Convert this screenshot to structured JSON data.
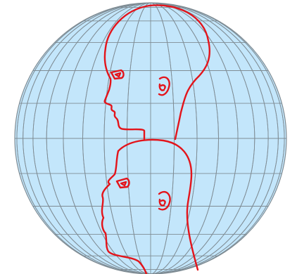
{
  "colors": {
    "background": "#ffffff",
    "globe_fill": "#c3e6fb",
    "graticule": "#7f8c94",
    "outline": "#7f8c94",
    "head_stroke": "#e3141b"
  },
  "projection": {
    "meridian_step_deg": 10,
    "parallel_step_deg": 15
  },
  "figures": [
    {
      "id": "upper-head",
      "facing": "left"
    },
    {
      "id": "lower-head",
      "facing": "left"
    }
  ]
}
